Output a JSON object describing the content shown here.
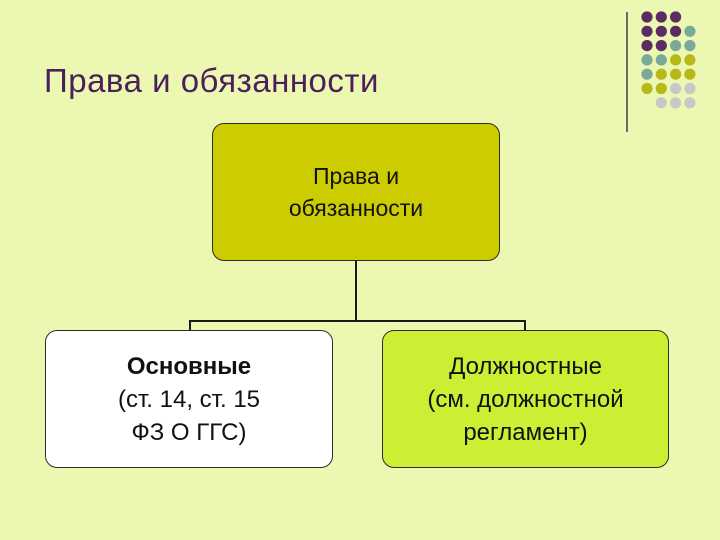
{
  "title": "Права и обязанности",
  "root": {
    "line1": "Права и",
    "line2": "обязанности"
  },
  "children": [
    {
      "heading": "Основные",
      "line2": "(ст. 14, ст. 15",
      "line3": "ФЗ О ГГС)"
    },
    {
      "heading": "Должностные",
      "line2": "(см. должностной",
      "line3": "регламент)"
    }
  ],
  "colors": {
    "background": "#ecf7b2",
    "title": "#4a1f5a",
    "root_fill": "#cccc00",
    "left_fill": "#ffffff",
    "right_fill": "#ccee33",
    "dot_purple": "#5a2d62",
    "dot_teal": "#7aa89a",
    "dot_olive": "#b8b818",
    "dot_gray": "#c8c8c8"
  },
  "decoration": {
    "dot_grid": [
      [
        "purple",
        "purple",
        "purple",
        null
      ],
      [
        "purple",
        "purple",
        "purple",
        "teal"
      ],
      [
        "purple",
        "purple",
        "teal",
        "teal"
      ],
      [
        "teal",
        "teal",
        "olive",
        "olive"
      ],
      [
        "teal",
        "olive",
        "olive",
        "olive"
      ],
      [
        "olive",
        "olive",
        "gray",
        "gray"
      ],
      [
        null,
        "gray",
        "gray",
        "gray"
      ]
    ]
  }
}
